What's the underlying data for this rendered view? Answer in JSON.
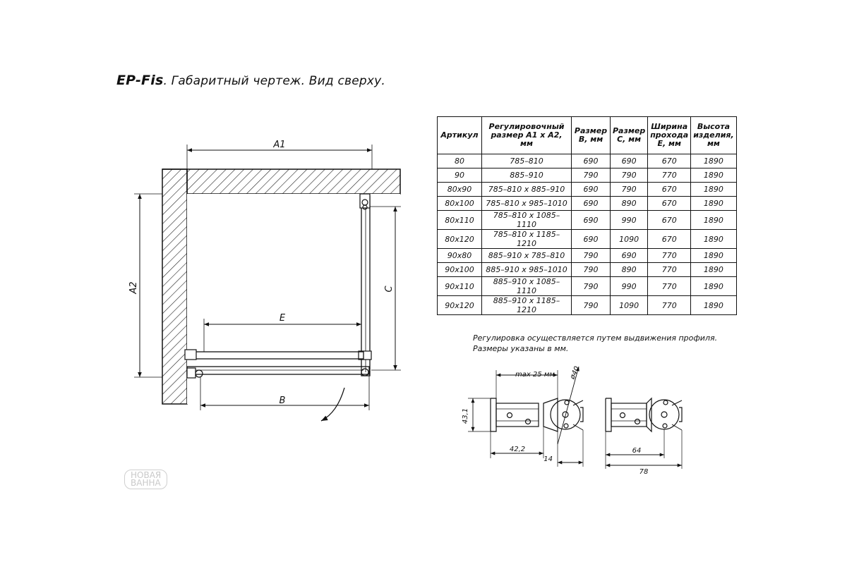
{
  "title": {
    "model": "EP-Fis",
    "text": ". Габаритный чертеж. Вид сверху."
  },
  "plan_labels": {
    "a1": "A1",
    "a2": "A2",
    "c": "C",
    "e": "E",
    "b": "B"
  },
  "table": {
    "headers": [
      "Артикул",
      "Регулировочный размер A1 x A2, мм",
      "Размер B, мм",
      "Размер C, мм",
      "Ширина прохода E, мм",
      "Высота изделия, мм"
    ],
    "rows": [
      [
        "80",
        "785–810",
        "690",
        "690",
        "670",
        "1890"
      ],
      [
        "90",
        "885–910",
        "790",
        "790",
        "770",
        "1890"
      ],
      [
        "80x90",
        "785–810 x 885–910",
        "690",
        "790",
        "670",
        "1890"
      ],
      [
        "80x100",
        "785–810 x 985–1010",
        "690",
        "890",
        "670",
        "1890"
      ],
      [
        "80x110",
        "785–810 x 1085–1110",
        "690",
        "990",
        "670",
        "1890"
      ],
      [
        "80x120",
        "785–810 x 1185–1210",
        "690",
        "1090",
        "670",
        "1890"
      ],
      [
        "90x80",
        "885–910 x 785–810",
        "790",
        "690",
        "770",
        "1890"
      ],
      [
        "90x100",
        "885–910 x 985–1010",
        "790",
        "890",
        "770",
        "1890"
      ],
      [
        "90x110",
        "885–910 x 1085–1110",
        "790",
        "990",
        "770",
        "1890"
      ],
      [
        "90x120",
        "885–910 x 1185–1210",
        "790",
        "1090",
        "770",
        "1890"
      ]
    ]
  },
  "notes": [
    "Регулировка осуществляется путем выдвижения профиля.",
    "Размеры указаны в мм."
  ],
  "detail_labels": {
    "max": "max 25 мм",
    "diam": "ø40",
    "h431": "43,1",
    "w422": "42,2",
    "w14": "14",
    "w64": "64",
    "w78": "78"
  },
  "watermark": {
    "line1": "НОВАЯ",
    "line2": "ВАННА"
  }
}
